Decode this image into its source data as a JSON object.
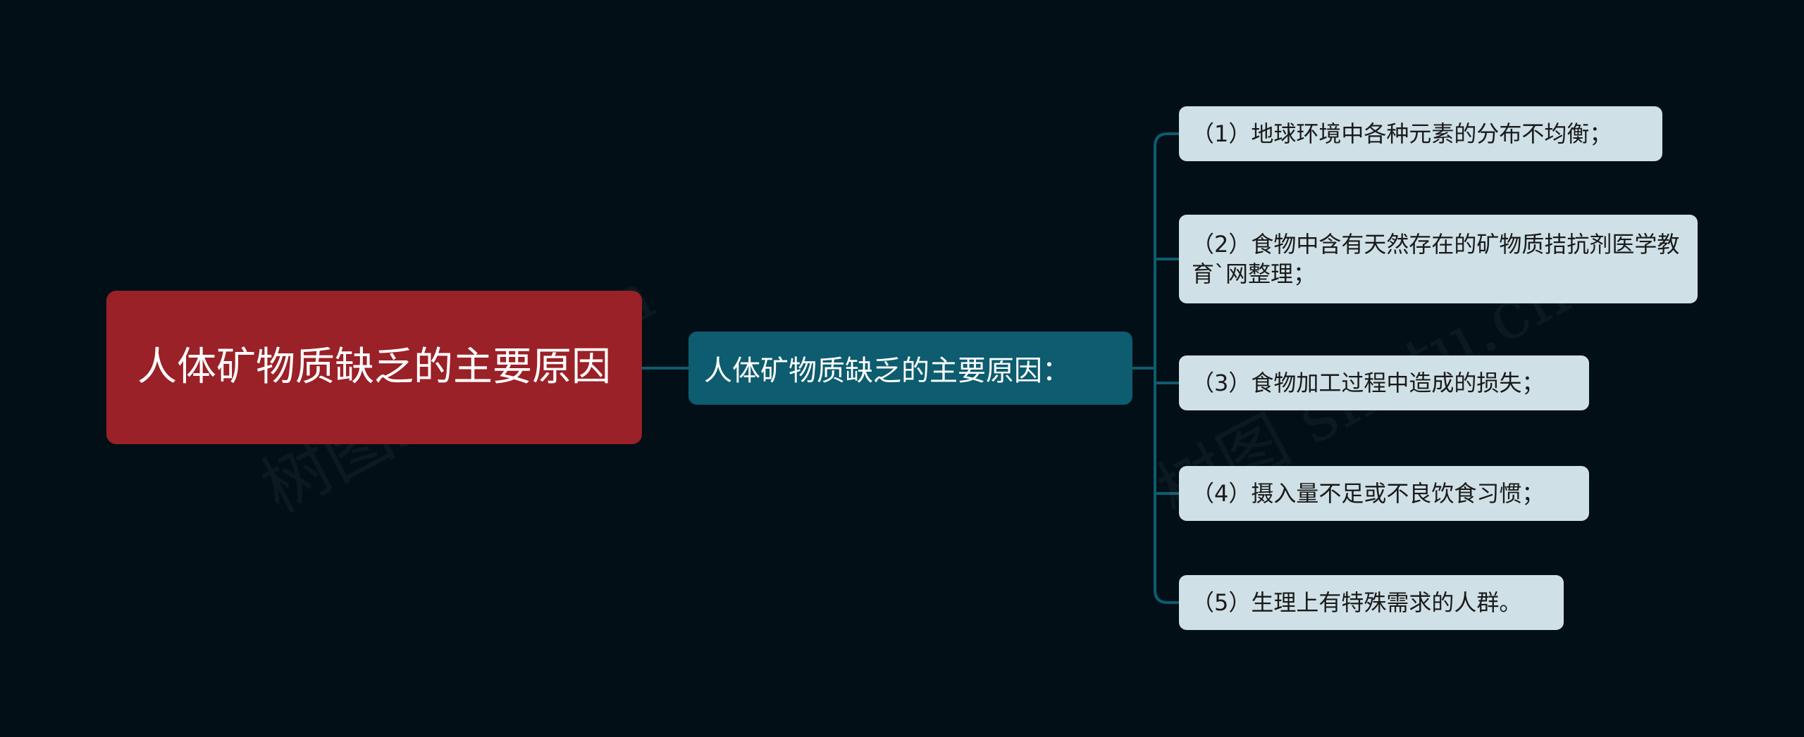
{
  "watermark": {
    "text_left": "树图shutu.cn",
    "text_right": "树图 shutu.cn"
  },
  "mindmap": {
    "root": {
      "title": "人体矿物质缺乏的主要原因"
    },
    "branch": {
      "label": "人体矿物质缺乏的主要原因："
    },
    "leaves": [
      {
        "text": "（1）地球环境中各种元素的分布不均衡；"
      },
      {
        "text": "（2）食物中含有天然存在的矿物质拮抗剂医学教育`网整理；"
      },
      {
        "text": "（3）食物加工过程中造成的损失；"
      },
      {
        "text": "（4）摄入量不足或不良饮食习惯；"
      },
      {
        "text": "（5）生理上有特殊需求的人群。"
      }
    ]
  },
  "colors": {
    "background": "#020f17",
    "root_fill": "#9a2127",
    "branch_fill": "#0d5c6f",
    "leaf_fill": "#cfe1e7",
    "connector": "#0d5c6f"
  }
}
